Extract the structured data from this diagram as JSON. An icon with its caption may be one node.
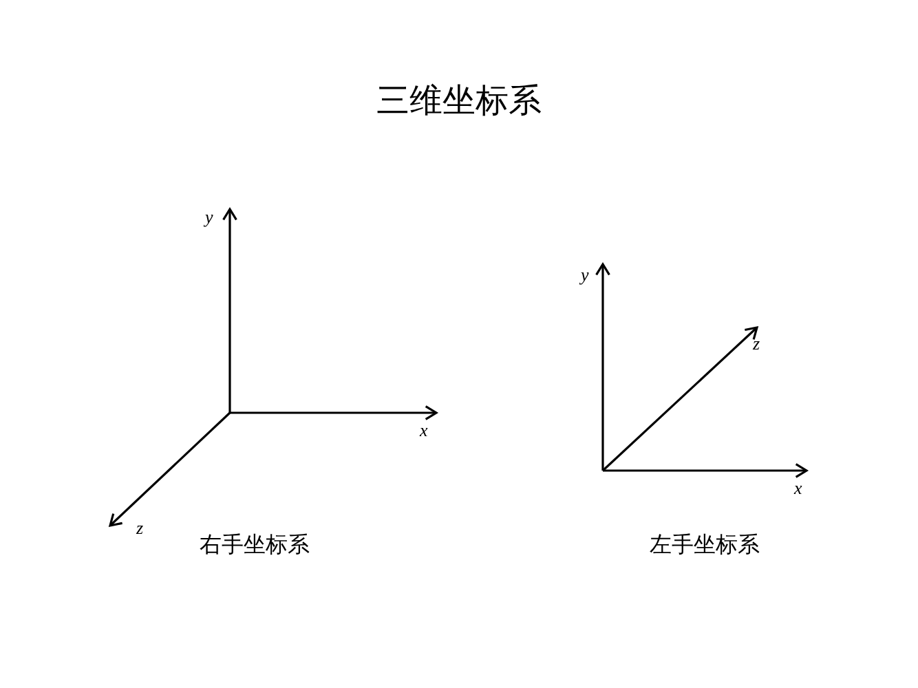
{
  "diagram": {
    "title": "三维坐标系",
    "labels": [
      "y",
      "y",
      "z",
      "x",
      "x",
      "z",
      "右手坐标系",
      "左手坐标系"
    ]
  }
}
